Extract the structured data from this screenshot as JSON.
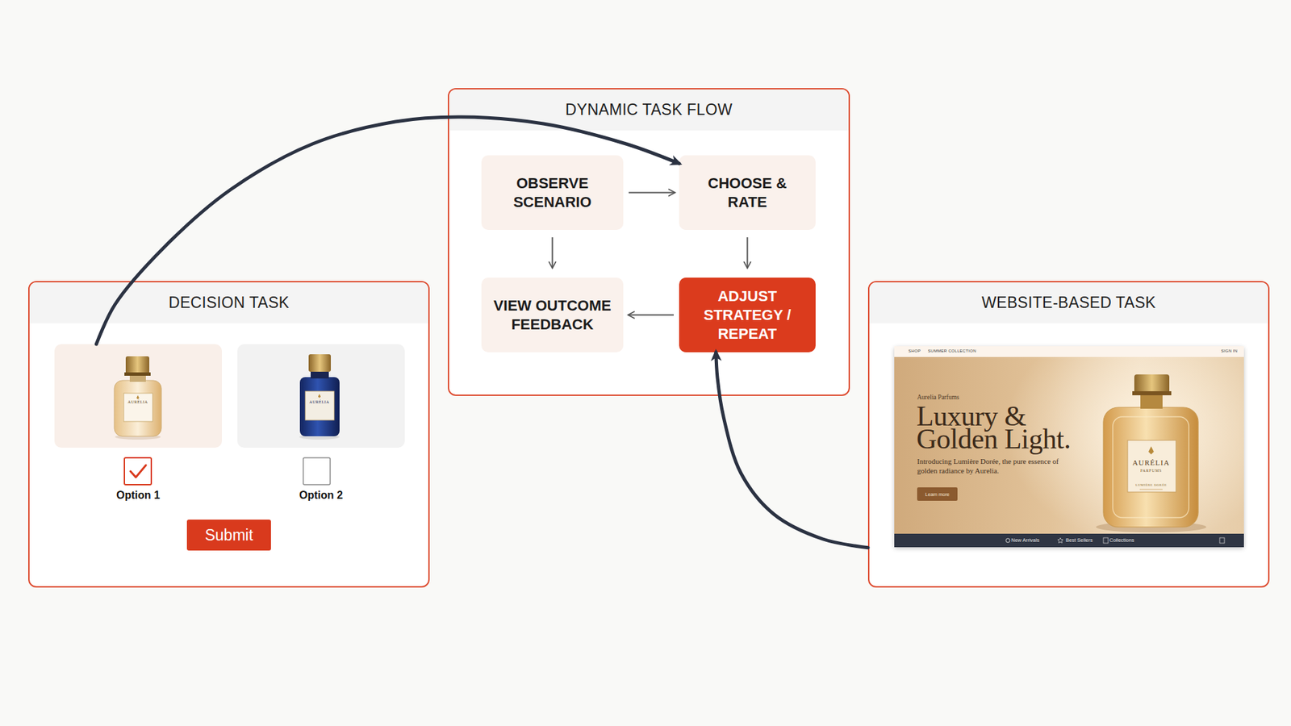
{
  "diagram": {
    "nodes": [
      {
        "text": [
          "DECISION TASK"
        ]
      },
      {
        "text": [
          "Option 1"
        ],
        "in": 0
      },
      {
        "text": [
          "Option 2"
        ],
        "in": 0
      },
      {
        "text": [
          "Submit"
        ],
        "in": 0
      },
      {
        "text": [
          "DYNAMIC TASK FLOW"
        ]
      },
      {
        "text": [
          "OBSERVE SCENARIO"
        ],
        "in": 4
      },
      {
        "text": [
          "CHOOSE & RATE"
        ],
        "in": 4
      },
      {
        "text": [
          "VIEW OUTCOME FEEDBACK"
        ],
        "in": 4
      },
      {
        "text": [
          "ADJUST STRATEGY / REPEAT"
        ],
        "in": 4
      },
      {
        "text": [
          "WEBSITE-BASED TASK"
        ]
      },
      {
        "text": [
          "SHOP",
          "SUMMER COLLECTION",
          "SIGN IN",
          "Aurelia Parfums",
          "Luxury & Golden Light.",
          "Introducing Lumière Dorée, the pure essence of golden radiance by Aurelia.",
          "New Arrivals",
          "Best Sellers",
          "Collections"
        ],
        "in": 9
      },
      {
        "text": [
          "Learn more"
        ],
        "in": 10
      }
    ],
    "edges": [
      {
        "from": 1,
        "to": 6,
        "arrow": "to"
      },
      {
        "from": 5,
        "to": 6,
        "arrow": "to"
      },
      {
        "from": 5,
        "to": 7,
        "arrow": "to"
      },
      {
        "from": 6,
        "to": 8,
        "arrow": "to"
      },
      {
        "from": 8,
        "to": 7,
        "arrow": "to"
      },
      {
        "from": 9,
        "to": 8,
        "arrow": "to"
      }
    ],
    "labels": [
      "AURÉLIA",
      "AURÉLIA",
      "AURÉLIA",
      "PARFUMS",
      "LUMIÈRE DORÉE"
    ]
  }
}
